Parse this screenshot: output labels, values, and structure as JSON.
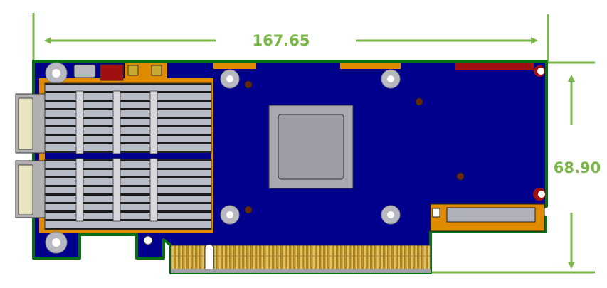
{
  "dimensions": {
    "width_label": "167.65",
    "height_label": "68.90"
  },
  "colors": {
    "dimension": "#7ab648",
    "pcb_blue": "#00008c",
    "pcb_edge": "#0a6e14",
    "copper": "#e08a00",
    "heatsink": "#b4b8c4",
    "gold_fingers": "#d8c860",
    "red_pad": "#a01010"
  },
  "icons": [
    "pcie-card-drawing",
    "heatsink",
    "qsfp-port",
    "asic-chip",
    "mounting-hole",
    "edge-connector"
  ]
}
